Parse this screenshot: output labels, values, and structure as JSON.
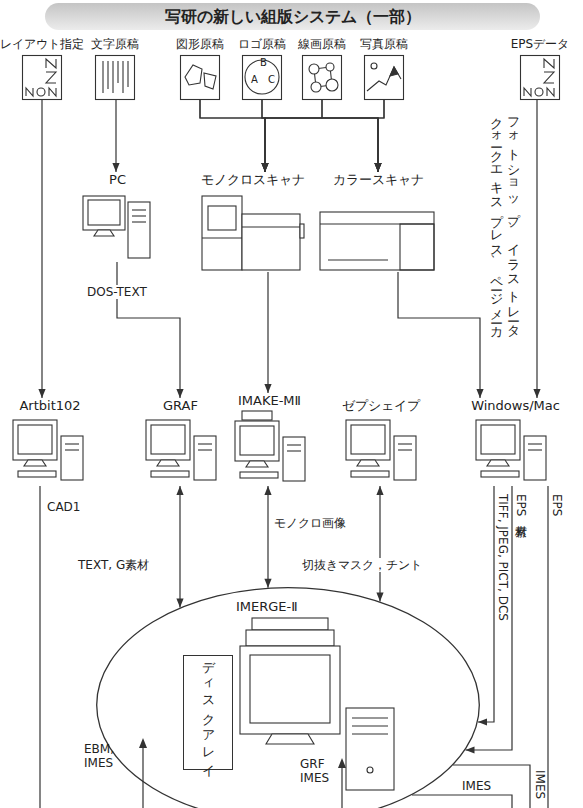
{
  "diagram": {
    "title": "写研の新しい組版システム（一部）",
    "nodes": [
      {
        "text": [
          "レイアウト指定"
        ]
      },
      {
        "text": [
          "文字原稿"
        ]
      },
      {
        "text": [
          "図形原稿"
        ]
      },
      {
        "text": [
          "ロゴ原稿"
        ]
      },
      {
        "text": [
          "線画原稿"
        ]
      },
      {
        "text": [
          "写真原稿"
        ]
      },
      {
        "text": [
          "EPSデータ"
        ]
      },
      {
        "text": [
          "PC"
        ]
      },
      {
        "text": [
          "モノクロスキャナ"
        ]
      },
      {
        "text": [
          "カラースキャナ"
        ]
      },
      {
        "text": [
          "Artbit102"
        ]
      },
      {
        "text": [
          "GRAF"
        ]
      },
      {
        "text": [
          "IMAKE-MⅡ"
        ]
      },
      {
        "text": [
          "ゼプシェイプ"
        ]
      },
      {
        "text": [
          "Windows/Mac"
        ]
      },
      {
        "text": [
          "IMERGE-Ⅱ"
        ]
      },
      {
        "text": [
          "ディスクアレイ"
        ],
        "in": 15
      }
    ],
    "edges": [
      {
        "from": 0,
        "to": 10,
        "arrow": "to"
      },
      {
        "from": 1,
        "to": 7,
        "arrow": "to"
      },
      {
        "from": 2,
        "to": 8,
        "arrow": "to"
      },
      {
        "from": 3,
        "to": 8,
        "arrow": "to"
      },
      {
        "from": 4,
        "to": 8,
        "arrow": "to"
      },
      {
        "from": 5,
        "to": 8,
        "arrow": "to"
      },
      {
        "from": 2,
        "to": 9,
        "arrow": "to"
      },
      {
        "from": 3,
        "to": 9,
        "arrow": "to"
      },
      {
        "from": 4,
        "to": 9,
        "arrow": "to"
      },
      {
        "from": 5,
        "to": 9,
        "arrow": "to"
      },
      {
        "from": 6,
        "to": 14,
        "label": "フォトショップ、イラストレータ クォークエキスプレス、ページメーカ",
        "arrow": "to"
      },
      {
        "from": 7,
        "to": 11,
        "label": "DOS-TEXT",
        "arrow": "to"
      },
      {
        "from": 8,
        "to": 12,
        "arrow": "to"
      },
      {
        "from": 9,
        "to": 14,
        "arrow": "to"
      },
      {
        "from": 11,
        "to": 15,
        "label": "TEXT, G素材",
        "arrow": "both"
      },
      {
        "from": 12,
        "to": 15,
        "label": "モノクロ画像",
        "arrow": "both"
      },
      {
        "from": 13,
        "to": 15,
        "label": "切抜きマスク，チント",
        "arrow": "both"
      },
      {
        "from": 14,
        "to": 15,
        "label": "TIFF, JPEG, PICT, DCS",
        "arrow": "to"
      },
      {
        "from": 14,
        "to": 15,
        "label": "EPS素材",
        "arrow": "to"
      }
    ],
    "labels": [
      "B",
      "A",
      "C",
      "CAD1",
      "EPS",
      "IMES",
      "IMES",
      "EBM, IMES",
      "GRF IMES"
    ]
  }
}
